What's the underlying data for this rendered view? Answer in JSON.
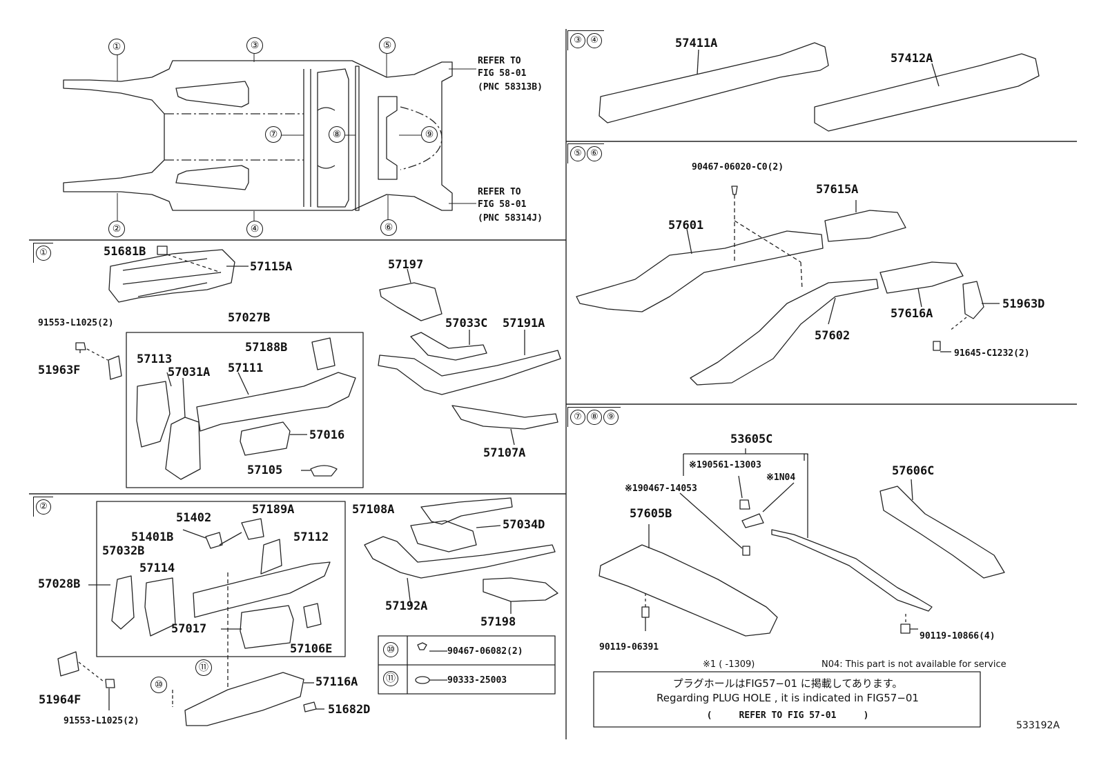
{
  "overview": {
    "circles": [
      "①",
      "②",
      "③",
      "④",
      "⑤",
      "⑥",
      "⑦",
      "⑧",
      "⑨"
    ],
    "refer_top": [
      "REFER TO",
      "FIG 58-01",
      "(PNC 58313B)"
    ],
    "refer_bottom": [
      "REFER TO",
      "FIG 58-01",
      "(PNC 58314J)"
    ]
  },
  "section1": {
    "tag": [
      "①"
    ],
    "parts": [
      "51681B",
      "57115A",
      "91553-L1025(2)",
      "51963F",
      "57027B",
      "57188B",
      "57113",
      "57031A",
      "57111",
      "57016",
      "57105",
      "57197",
      "57033C",
      "57191A",
      "57107A"
    ]
  },
  "section2": {
    "tag": [
      "②"
    ],
    "parts": [
      "51402",
      "57189A",
      "51401B",
      "57112",
      "57032B",
      "57114",
      "57028B",
      "57017",
      "57106E",
      "57108A",
      "57034D",
      "57192A",
      "57198",
      "57116A",
      "51682D",
      "51964F",
      "91553-L1025(2)"
    ],
    "circle10": "⑩",
    "circle11": "⑪",
    "legend": [
      {
        "symbol": "⑩",
        "part": "90467-06082(2)"
      },
      {
        "symbol": "⑪",
        "part": "90333-25003"
      }
    ]
  },
  "section34": {
    "tag": [
      "③",
      "④"
    ],
    "parts": [
      "57411A",
      "57412A"
    ]
  },
  "section56": {
    "tag": [
      "⑤",
      "⑥"
    ],
    "parts": [
      "90467-06020-C0(2)",
      "57615A",
      "57601",
      "57616A",
      "51963D",
      "57602",
      "91645-C1232(2)"
    ]
  },
  "section789": {
    "tag": [
      "⑦",
      "⑧",
      "⑨"
    ],
    "parts": [
      "53605C",
      "※190561-13003",
      "※190467-14053",
      "※1N04",
      "57606C",
      "57605B",
      "90119-06391",
      "90119-10866(4)"
    ],
    "footnote": "※1 (      -1309)",
    "n04_note": "N04: This part is not available for service",
    "plug_jp": "プラグホールはFIG57−01 に掲載してあります。",
    "plug_en": "Regarding  PLUG HOLE , it is indicated in  FIG57−01",
    "refer": "(     REFER TO FIG 57-01     )",
    "diagram_id": "533192A"
  }
}
